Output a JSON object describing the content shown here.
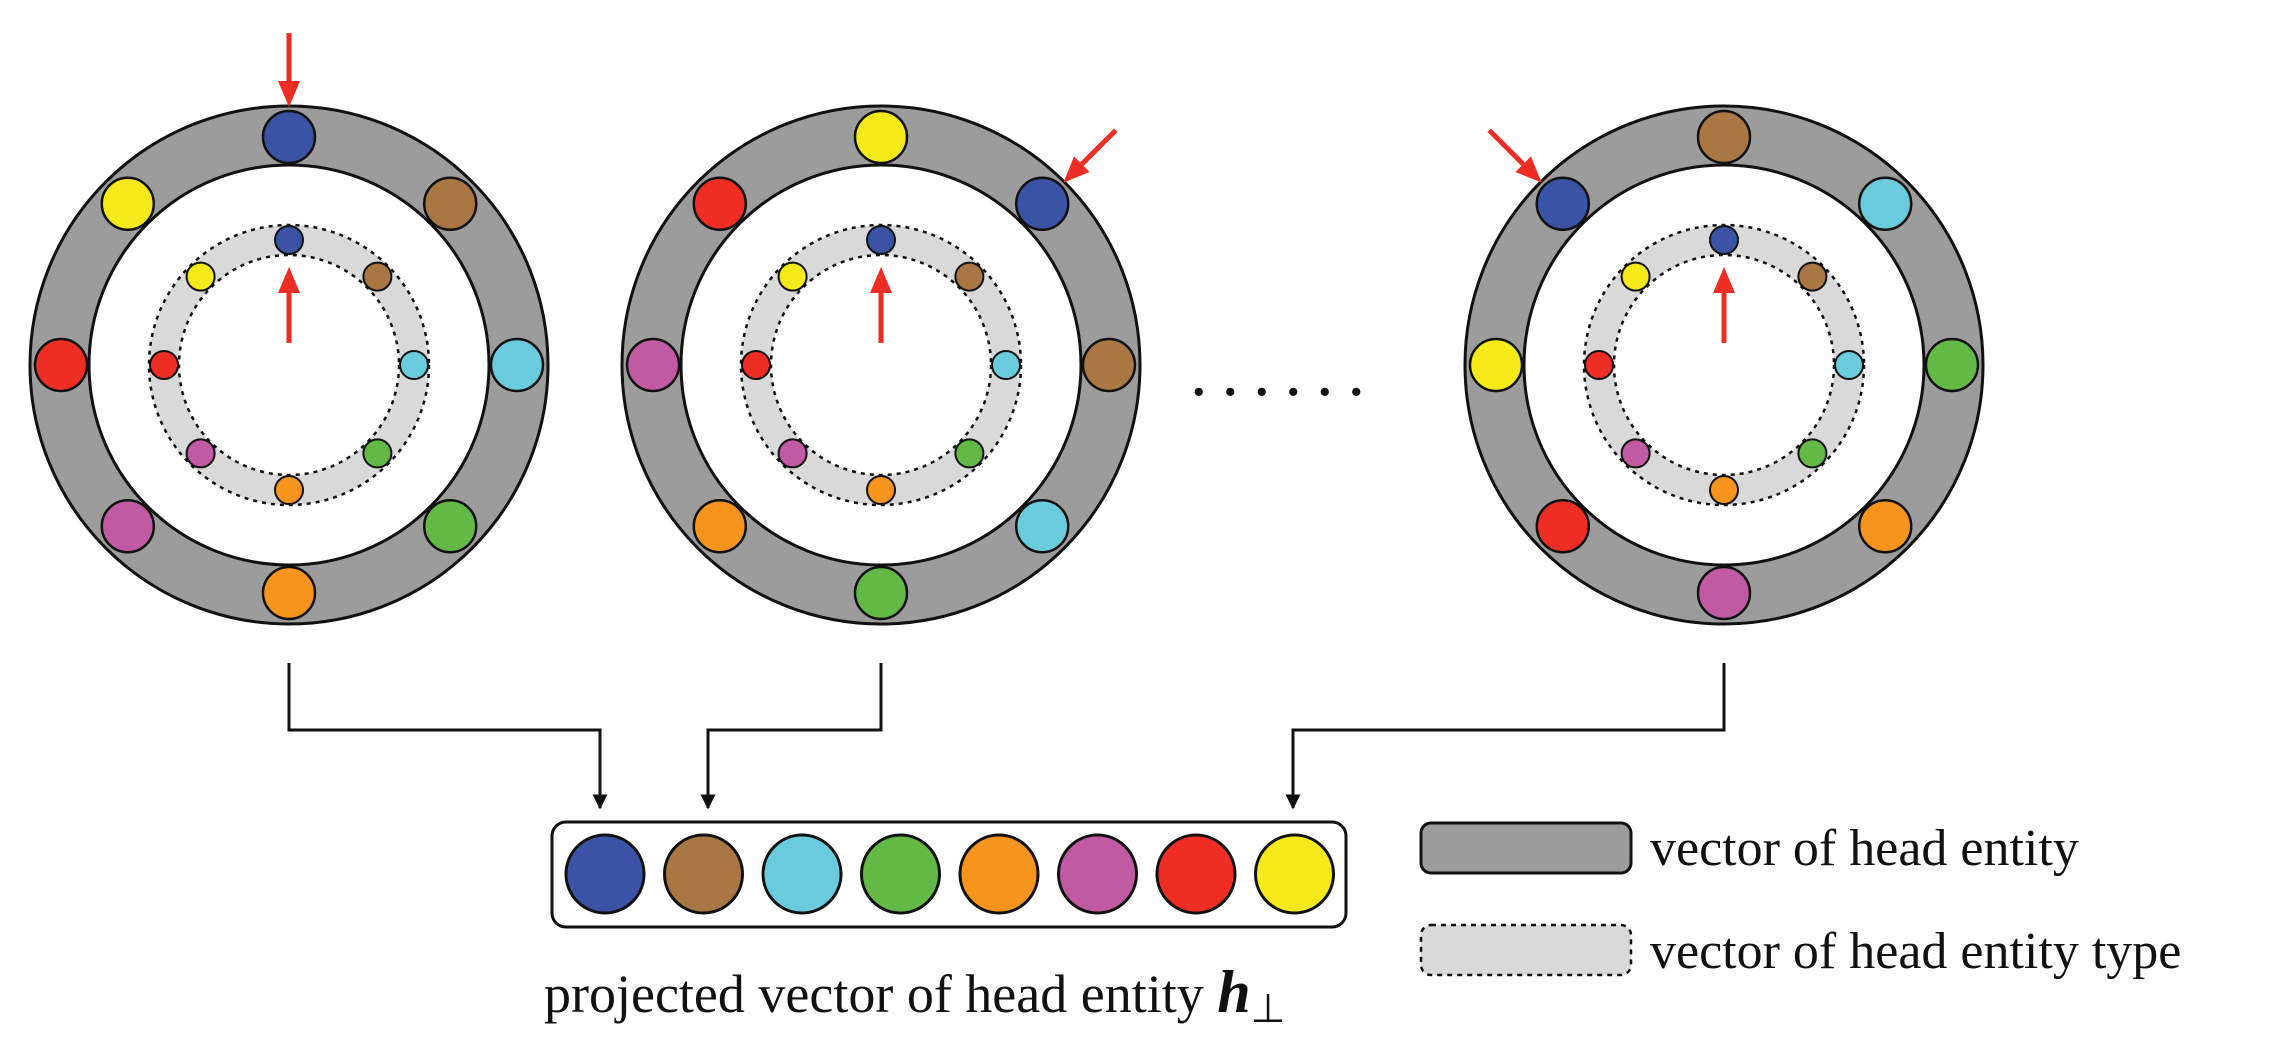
{
  "palette": {
    "blue": "#3b53a4",
    "brown": "#a87744",
    "cyan": "#6acbdc",
    "green": "#64b946",
    "orange": "#f7941d",
    "magenta": "#c05aa3",
    "red": "#ee2e24",
    "yellow": "#f4ea1a",
    "ring_gray": "#9c9c9c",
    "type_ring_gray": "#d9d9d9",
    "arrow_red": "#ee2e24",
    "line_black": "#111111"
  },
  "type_order": [
    "blue",
    "brown",
    "cyan",
    "green",
    "orange",
    "magenta",
    "red",
    "yellow"
  ],
  "rings": [
    {
      "outer_order": [
        "blue",
        "brown",
        "cyan",
        "green",
        "orange",
        "magenta",
        "red",
        "yellow"
      ]
    },
    {
      "outer_order": [
        "yellow",
        "blue",
        "brown",
        "cyan",
        "green",
        "orange",
        "magenta",
        "red"
      ]
    },
    {
      "outer_order": [
        "brown",
        "cyan",
        "green",
        "orange",
        "magenta",
        "red",
        "yellow",
        "blue"
      ]
    }
  ],
  "ellipsis": "......",
  "projected_order": [
    "blue",
    "brown",
    "cyan",
    "green",
    "orange",
    "magenta",
    "red",
    "yellow"
  ],
  "caption": {
    "text": "projected vector of head entity ",
    "math": "h",
    "math_sub": "⊥"
  },
  "legend": [
    {
      "label": "vector of head entity",
      "swatch": "ring_gray",
      "dashed": false
    },
    {
      "label": "vector of head entity type",
      "swatch": "type_ring_gray",
      "dashed": true
    }
  ]
}
